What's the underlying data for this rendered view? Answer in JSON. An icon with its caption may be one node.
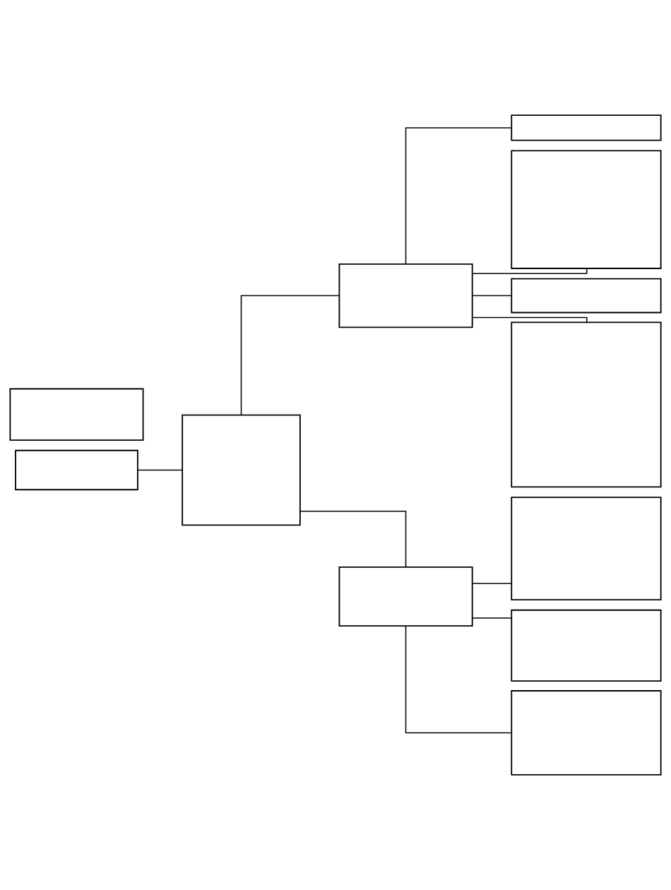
{
  "diagram": {
    "nodes": [
      {
        "text": [],
        "shape": "box"
      },
      {
        "text": [],
        "shape": "box"
      },
      {
        "text": [],
        "shape": "box"
      },
      {
        "text": [],
        "shape": "box"
      },
      {
        "text": [],
        "shape": "box"
      },
      {
        "text": [],
        "shape": "box"
      },
      {
        "text": [],
        "shape": "box"
      },
      {
        "text": [],
        "shape": "box"
      },
      {
        "text": [],
        "shape": "box"
      },
      {
        "text": [],
        "shape": "box"
      },
      {
        "text": [],
        "shape": "box"
      },
      {
        "text": [],
        "shape": "box"
      }
    ],
    "edges": [
      {
        "from": 1,
        "to": 2,
        "arrow": "none"
      },
      {
        "from": 2,
        "to": 3,
        "arrow": "none"
      },
      {
        "from": 2,
        "to": 4,
        "arrow": "none"
      },
      {
        "from": 3,
        "to": 5,
        "arrow": "none"
      },
      {
        "from": 3,
        "to": 6,
        "arrow": "none"
      },
      {
        "from": 3,
        "to": 7,
        "arrow": "none"
      },
      {
        "from": 3,
        "to": 8,
        "arrow": "none"
      },
      {
        "from": 4,
        "to": 9,
        "arrow": "none"
      },
      {
        "from": 4,
        "to": 10,
        "arrow": "none"
      },
      {
        "from": 4,
        "to": 11,
        "arrow": "none"
      }
    ]
  }
}
